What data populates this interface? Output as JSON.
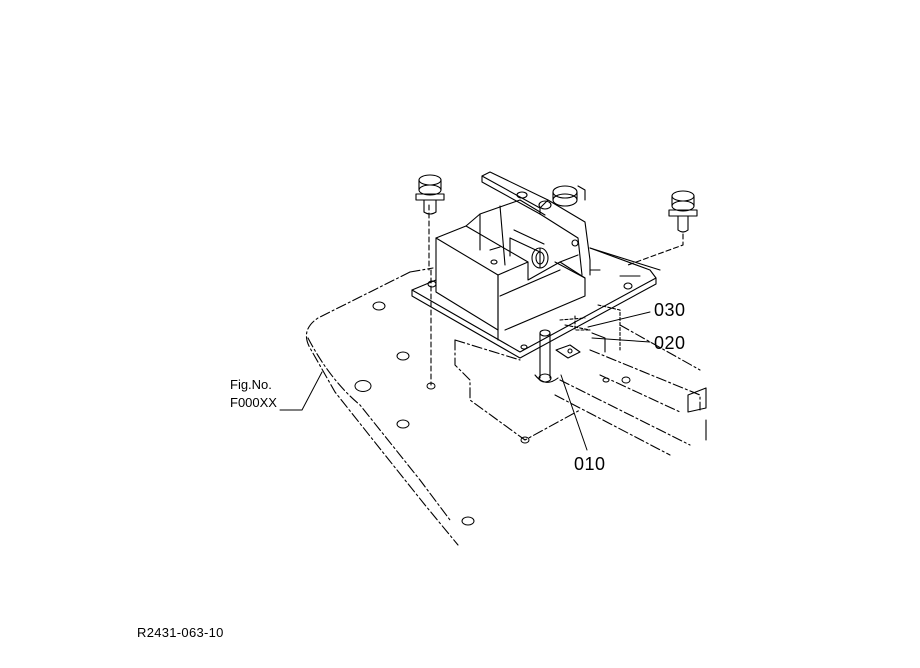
{
  "callouts": [
    {
      "id": "callout-030",
      "text": "030"
    },
    {
      "id": "callout-020",
      "text": "020"
    },
    {
      "id": "callout-010",
      "text": "010"
    }
  ],
  "figure_reference": {
    "line1": "Fig.No.",
    "line2": "F000XX"
  },
  "drawing_number": "R2431-063-10",
  "colors": {
    "background": "#ffffff",
    "line": "#000000"
  }
}
